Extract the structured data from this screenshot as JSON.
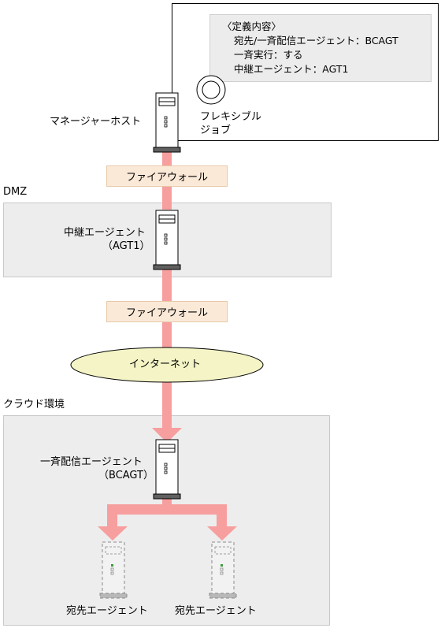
{
  "definition": {
    "title": "〈定義内容〉",
    "lines": [
      "宛先/一斉配信エージェント：BCAGT",
      "一斉実行：する",
      "中継エージェント：AGT1"
    ]
  },
  "flexible_job_label": [
    "フレキシブル",
    "ジョブ"
  ],
  "manager_host_label": "マネージャーホスト",
  "firewall_label": "ファイアウォール",
  "dmz_label": "DMZ",
  "relay_agent_label": [
    "中継エージェント",
    "（AGT1）"
  ],
  "internet_label": "インターネット",
  "cloud_label": "クラウド環境",
  "broadcast_agent_label": [
    "一斉配信エージェント",
    "（BCAGT）"
  ],
  "destination_agent_label": "宛先エージェント",
  "colors": {
    "link": "#f79e9e",
    "firewall_fill": "#fbe9d8",
    "zone_fill": "#ededed",
    "internet_fill": "#f4f4c6"
  }
}
